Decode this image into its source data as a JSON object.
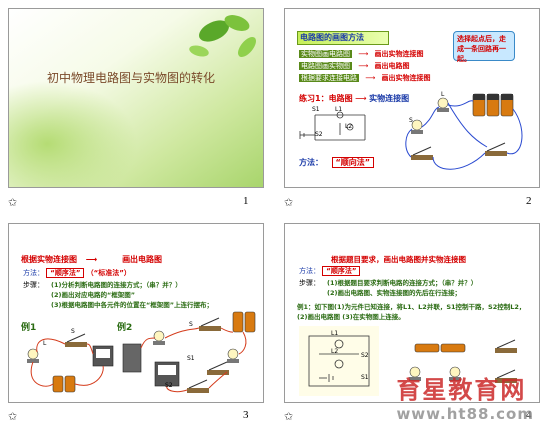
{
  "slides": [
    {
      "number": "1",
      "title": "初中物理电路图与实物图的转化"
    },
    {
      "number": "2",
      "heading": "电路图的画图方法",
      "callout": "选择起点后，走成一条回路再一起。",
      "steps": [
        {
          "label": "实物图画电路图",
          "result": "画出实物连接图"
        },
        {
          "label": "电路图画实物图",
          "result": "画出电路图"
        },
        {
          "label": "根据要求连接电路",
          "result": "画出实物连接图"
        }
      ],
      "exercise": "练习1：电路图",
      "exercise_target": "实物连接图",
      "method_label": "方法：",
      "method_value": "“顺向法”",
      "labels": {
        "s1": "S1",
        "s2": "S2",
        "l1": "L1",
        "l2": "L2"
      }
    },
    {
      "number": "3",
      "heading_left": "根据实物连接图",
      "heading_right": "画出电路图",
      "method_label": "方法：",
      "method_value": "“顺序法”",
      "method_value2": "（“标准法”）",
      "steps_label": "步骤：",
      "steps": [
        "(1)分析判断电路图的连接方式；（串？并？）",
        "(2)画出对应电路的“框架图”",
        "(3)根据电路图中各元件的位置在“框架图”上连行摆布；"
      ],
      "example1": "例1",
      "example2": "例2",
      "labels": {
        "l": "L",
        "s": "S",
        "s1": "S1",
        "s2": "S2"
      }
    },
    {
      "number": "4",
      "heading": "根据题目要求，画出电路图并实物连接图",
      "method_label": "方法：",
      "method_value": "“顺序法”",
      "steps_label": "步骤：",
      "steps": [
        "(1)根据题目要求判断电路的连接方式；（串？并？）",
        "(2)画出电路图、实物连接图的先后在行连接；"
      ],
      "example": "例1：如下图(1)为元件已知连接，将L1、L2并联，S1控制干路，S2控制L2，(2)画出电路图  (3)在实物图上连接。",
      "labels": {
        "l1": "L1",
        "l2": "L2",
        "s1": "S1",
        "s2": "S2"
      }
    }
  ],
  "watermark": {
    "brand": "育星教育网",
    "url": "www.ht88.com"
  }
}
